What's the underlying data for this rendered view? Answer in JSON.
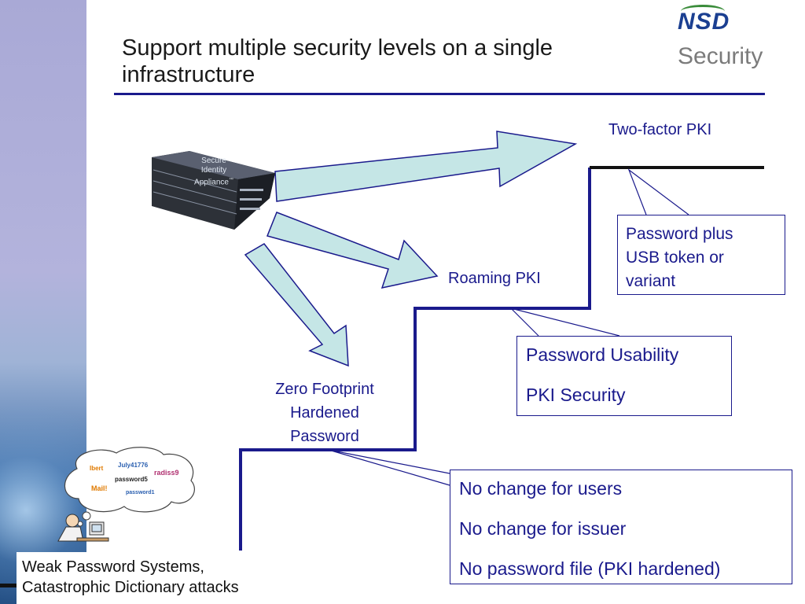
{
  "slide": {
    "title_line1": "Support multiple security levels on a single",
    "title_line2": "infrastructure",
    "logo": {
      "brand": "NSD",
      "word": "Security"
    }
  },
  "appliance": {
    "line1": "Secure",
    "line2": "Identity",
    "line3": "Appliance",
    "tm": "™"
  },
  "levels": {
    "top": "Two-factor PKI",
    "middle": "Roaming PKI",
    "bottom_line1": "Zero Footprint",
    "bottom_line2": "Hardened",
    "bottom_line3": "Password"
  },
  "callouts": {
    "two_factor": {
      "line1": "Password plus",
      "line2": "USB token or",
      "line3": "variant"
    },
    "roaming": {
      "line1": "Password Usability",
      "line2": "PKI Security"
    },
    "zero_footprint": {
      "line1": "No change for users",
      "line2": "No change for issuer",
      "line3": "No password file (PKI hardened)"
    }
  },
  "cartoon_bubble": {
    "words": [
      "July41776",
      "Ibert",
      "radiss9",
      "password5",
      "Mail!",
      "password1"
    ]
  },
  "caption": {
    "line1": "Weak Password Systems,",
    "line2": "Catastrophic Dictionary attacks"
  },
  "colors": {
    "accent": "#1a1a8c",
    "arrow_fill": "#c5e6e6",
    "logo_blue": "#1b3f91"
  }
}
